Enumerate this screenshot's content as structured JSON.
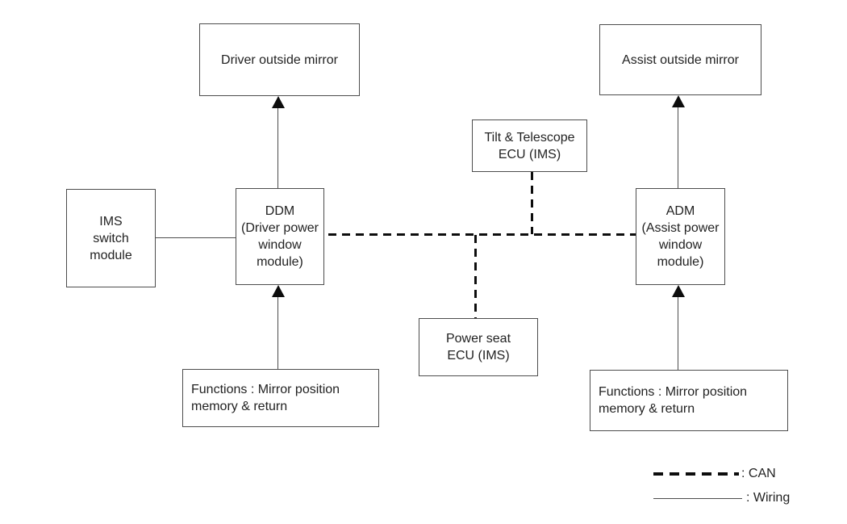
{
  "palette": {
    "page_bg": "#ffffff",
    "box_border": "#4d4d4d",
    "wire": "#4d4d4d",
    "can": "#0d0d0d",
    "text": "#222222"
  },
  "nodes": {
    "driver_mirror": {
      "label": "Driver outside mirror"
    },
    "assist_mirror": {
      "label": "Assist outside mirror"
    },
    "tilt_ecu": {
      "label": "Tilt & Telescope\nECU (IMS)"
    },
    "ims_switch": {
      "label": "IMS\nswitch\nmodule"
    },
    "ddm": {
      "label": "DDM\n(Driver power\nwindow\nmodule)"
    },
    "adm": {
      "label": "ADM\n(Assist power\nwindow\nmodule)"
    },
    "power_seat": {
      "label": "Power seat\nECU (IMS)"
    },
    "functions_driver": {
      "label": "Functions : Mirror position\nmemory & return"
    },
    "functions_assist": {
      "label": "Functions : Mirror position\nmemory & return"
    }
  },
  "connections": [
    {
      "from": "DDM",
      "to": "Driver outside mirror",
      "type": "wiring",
      "arrow": "to"
    },
    {
      "from": "ADM",
      "to": "Assist outside mirror",
      "type": "wiring",
      "arrow": "to"
    },
    {
      "from": "IMS switch module",
      "to": "DDM",
      "type": "wiring",
      "arrow": "none"
    },
    {
      "from": "Functions (driver) : Mirror position memory & return",
      "to": "DDM",
      "type": "wiring",
      "arrow": "to"
    },
    {
      "from": "Functions (assist) : Mirror position memory & return",
      "to": "ADM",
      "type": "wiring",
      "arrow": "to"
    },
    {
      "from": "DDM",
      "to": "ADM",
      "type": "CAN"
    },
    {
      "from": "Tilt & Telescope ECU (IMS)",
      "to": "CAN bus",
      "type": "CAN"
    },
    {
      "from": "Power seat ECU (IMS)",
      "to": "CAN bus",
      "type": "CAN"
    }
  ],
  "legend": {
    "can_label": ": CAN",
    "wiring_label": ": Wiring"
  }
}
